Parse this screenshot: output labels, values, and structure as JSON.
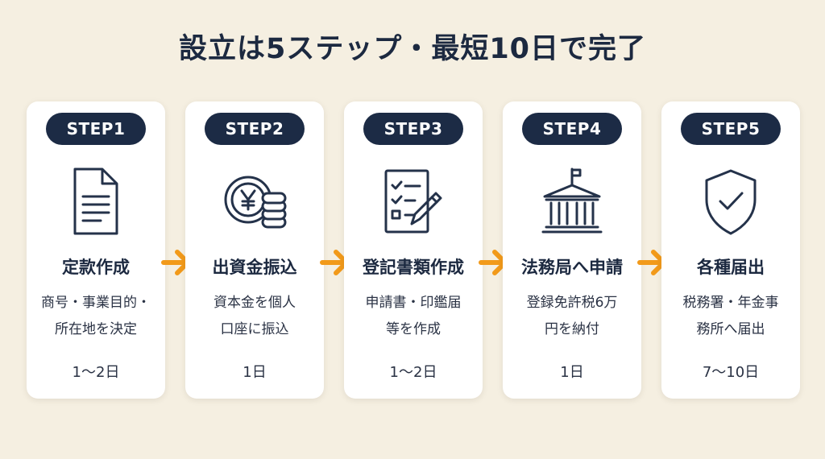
{
  "title": "設立は5ステップ・最短10日で完了",
  "steps": [
    {
      "badge": "STEP1",
      "icon": "document-icon",
      "name": "定款作成",
      "desc_line1": "商号・事業目的・",
      "desc_line2": "所在地を決定",
      "duration": "1〜2日"
    },
    {
      "badge": "STEP2",
      "icon": "yen-coins-icon",
      "name": "出資金振込",
      "desc_line1": "資本金を個人",
      "desc_line2": "口座に振込",
      "duration": "1日"
    },
    {
      "badge": "STEP3",
      "icon": "checklist-pen-icon",
      "name": "登記書類作成",
      "desc_line1": "申請書・印鑑届",
      "desc_line2": "等を作成",
      "duration": "1〜2日"
    },
    {
      "badge": "STEP4",
      "icon": "government-building-icon",
      "name": "法務局へ申請",
      "desc_line1": "登録免許税6万",
      "desc_line2": "円を納付",
      "duration": "1日"
    },
    {
      "badge": "STEP5",
      "icon": "shield-check-icon",
      "name": "各種届出",
      "desc_line1": "税務署・年金事",
      "desc_line2": "務所へ届出",
      "duration": "7〜10日"
    }
  ],
  "colors": {
    "background": "#f5efe1",
    "badge": "#1c2b45",
    "arrow": "#f29a1a",
    "icon": "#24324a"
  }
}
